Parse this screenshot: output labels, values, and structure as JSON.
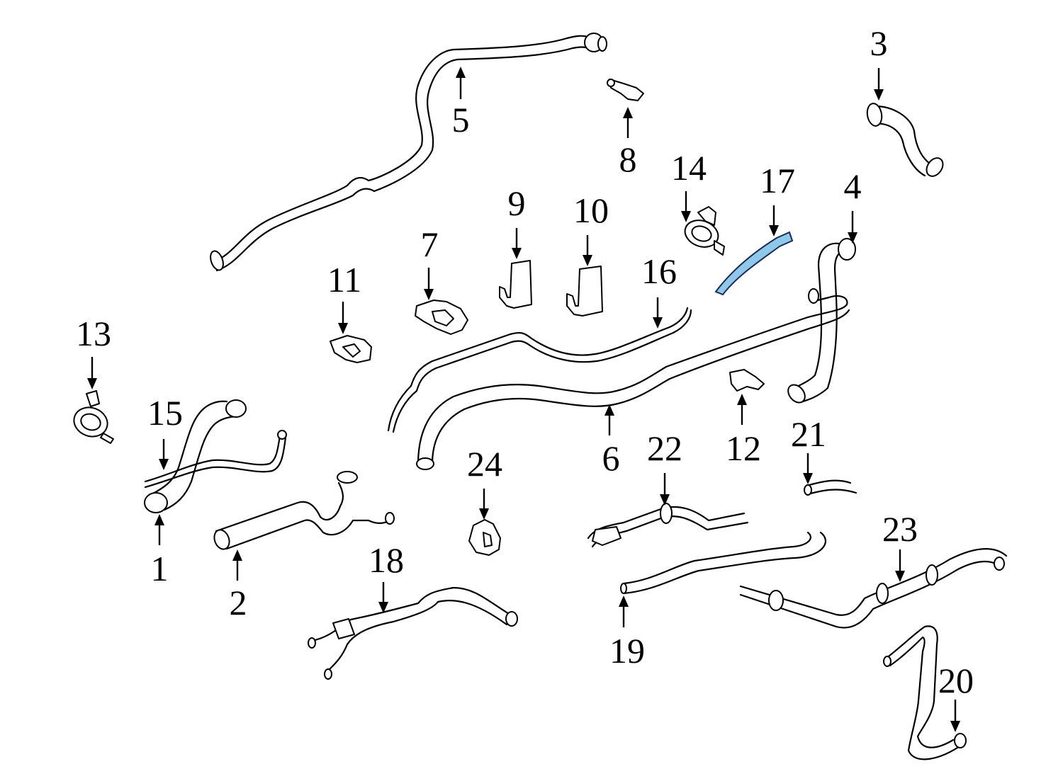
{
  "diagram": {
    "highlight_color": "#8ec9ea",
    "callouts": [
      {
        "id": "1",
        "label": "1"
      },
      {
        "id": "2",
        "label": "2"
      },
      {
        "id": "3",
        "label": "3"
      },
      {
        "id": "4",
        "label": "4"
      },
      {
        "id": "5",
        "label": "5"
      },
      {
        "id": "6",
        "label": "6"
      },
      {
        "id": "7",
        "label": "7"
      },
      {
        "id": "8",
        "label": "8"
      },
      {
        "id": "9",
        "label": "9"
      },
      {
        "id": "10",
        "label": "10"
      },
      {
        "id": "11",
        "label": "11"
      },
      {
        "id": "12",
        "label": "12"
      },
      {
        "id": "13",
        "label": "13"
      },
      {
        "id": "14",
        "label": "14"
      },
      {
        "id": "15",
        "label": "15"
      },
      {
        "id": "16",
        "label": "16"
      },
      {
        "id": "17",
        "label": "17"
      },
      {
        "id": "18",
        "label": "18"
      },
      {
        "id": "19",
        "label": "19"
      },
      {
        "id": "20",
        "label": "20"
      },
      {
        "id": "21",
        "label": "21"
      },
      {
        "id": "22",
        "label": "22"
      },
      {
        "id": "23",
        "label": "23"
      },
      {
        "id": "24",
        "label": "24"
      }
    ],
    "highlighted_part": "17"
  }
}
